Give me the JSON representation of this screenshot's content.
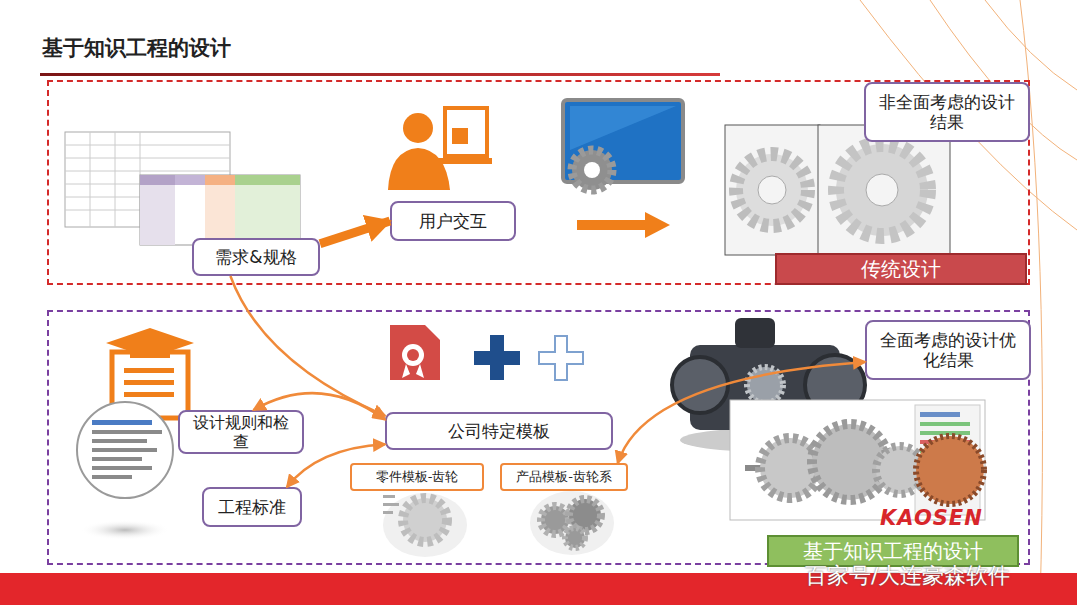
{
  "diagram": {
    "title": "基于知识工程的设计",
    "nodes": [
      {
        "text": [
          "传统设计"
        ]
      },
      {
        "text": [
          "需求&规格"
        ],
        "in": 0
      },
      {
        "text": [
          "用户交互"
        ],
        "in": 0
      },
      {
        "text": [
          "非全面考虑的设计结果"
        ],
        "in": 0
      },
      {
        "text": [
          "基于知识工程的设计"
        ]
      },
      {
        "text": [
          "设计规则和检查"
        ],
        "in": 4
      },
      {
        "text": [
          "公司特定模板"
        ],
        "in": 4
      },
      {
        "text": [
          "工程标准"
        ],
        "in": 4
      },
      {
        "text": [
          "零件模板-齿轮"
        ],
        "in": 4
      },
      {
        "text": [
          "产品模板-齿轮系"
        ],
        "in": 4
      },
      {
        "text": [
          "全面考虑的设计优化结果"
        ],
        "in": 4
      }
    ],
    "edges": [
      {
        "from": 1,
        "to": 2,
        "arrow": "to"
      },
      {
        "from": 1,
        "to": 6,
        "arrow": "to"
      },
      {
        "from": 6,
        "to": 5,
        "arrow": "both"
      },
      {
        "from": 6,
        "to": 7,
        "arrow": "both"
      },
      {
        "from": 9,
        "to": 10,
        "arrow": "both"
      }
    ],
    "labels": [
      "KAOSEN",
      "百家号/大连豪森软件"
    ]
  }
}
